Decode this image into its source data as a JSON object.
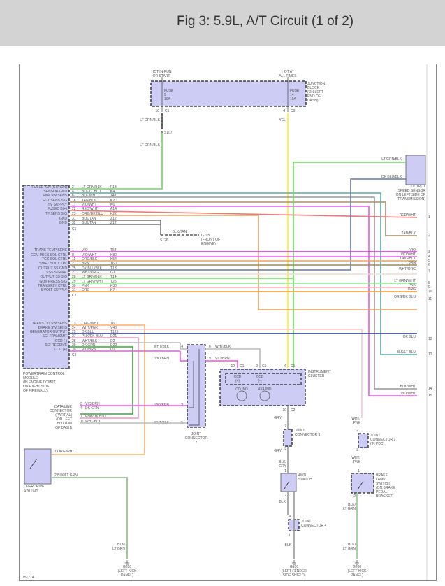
{
  "header": {
    "title": "Fig 3: 5.9L, A/T Circuit (1 of 2)"
  },
  "figure_id": "151714",
  "junction_block": {
    "label": [
      "JUNCTION",
      "BLOCK",
      "(ON LEFT",
      "END OF",
      "DASH)"
    ],
    "left_supply": [
      "HOT IN RUN",
      "OR START"
    ],
    "right_supply": [
      "HOT AT",
      "ALL TIMES"
    ],
    "fuse_left": [
      "FUSE",
      "9",
      "10A"
    ],
    "fuse_right": [
      "FUSE",
      "14",
      "10A"
    ],
    "pin_left": "10",
    "conn_left": "C1",
    "pin_right": "4",
    "conn_right": "C9"
  },
  "splice_s107": "S107",
  "splice_s126": "S126",
  "ground_g105": [
    "G105",
    "(FRONT OF",
    "ENGINE)"
  ],
  "pcm": {
    "label": [
      "POWERTRAIN CONTROL",
      "MODULE",
      "(IN ENGINE COMPT,",
      "ON RIGHT SIDE",
      "OF FIREWALL)"
    ],
    "c1_label": "C1",
    "c2_label": "C2",
    "c3_label": "C3",
    "pins_c1": [
      {
        "name": "FUSED IGN (ST/RUN)",
        "pin": "2",
        "wire": "LT GRN/BLK",
        "circuit": "F18",
        "color": "#66dd55"
      },
      {
        "name": "SENSOR GND",
        "pin": "4",
        "wire": "BLK/LT BLU",
        "circuit": "K4",
        "color": "#55aaaa"
      },
      {
        "name": "PNP SW SENS",
        "pin": "6",
        "wire": "BLK/WHT",
        "circuit": "T41",
        "color": "#999999"
      },
      {
        "name": "ECT SENS SIG",
        "pin": "16",
        "wire": "TAN/BLK",
        "circuit": "K2",
        "color": "#a8906a"
      },
      {
        "name": "5V SUPPLY",
        "pin": "17",
        "wire": "VIO/WHT",
        "circuit": "K6",
        "color": "#ee55ee"
      },
      {
        "name": "FUSED B(+)",
        "pin": "22",
        "wire": "RED/WHT",
        "circuit": "A14",
        "color": "#ee7777"
      },
      {
        "name": "TP SENS SIG",
        "pin": "23",
        "wire": "ORG/DK BLU",
        "circuit": "K22",
        "color": "#e8a060"
      },
      {
        "name": "GND",
        "pin": "31",
        "wire": "BLK/TAN",
        "circuit": "Z12",
        "color": "#777777"
      },
      {
        "name": "GND",
        "pin": "32",
        "wire": "BLK/TAN",
        "circuit": "Z12",
        "color": "#777777"
      }
    ],
    "pins_c2": [
      {
        "name": "TRANS TEMP SENS",
        "pin": "1",
        "wire": "VIO",
        "circuit": "T54",
        "color": "#dd22dd"
      },
      {
        "name": "GOV PRES SOL CTRL",
        "pin": "8",
        "wire": "VIO/WHT",
        "circuit": "K80",
        "color": "#ee55ee"
      },
      {
        "name": "TCC SOL CTRL",
        "pin": "11",
        "wire": "ORG/BLK",
        "circuit": "K54",
        "color": "#e8a060"
      },
      {
        "name": "SHIFT SOL CTRL",
        "pin": "21",
        "wire": "BRN",
        "circuit": "T60",
        "color": "#a08850"
      },
      {
        "name": "OUTPUT SS GND",
        "pin": "25",
        "wire": "DK BLU/BLK",
        "circuit": "T13",
        "color": "#6677aa"
      },
      {
        "name": "VSS SIGNAL",
        "pin": "27",
        "wire": "WHT/ORG",
        "circuit": "G7",
        "color": "#eeddcc"
      },
      {
        "name": "OUTPUT SS SIG",
        "pin": "28",
        "wire": "LT GRN/BLK",
        "circuit": "T14",
        "color": "#66dd55"
      },
      {
        "name": "GOV PRESS SIG",
        "pin": "29",
        "wire": "LT GRN/WHT",
        "circuit": "T25",
        "color": "#88ee88"
      },
      {
        "name": "TRANS RLY CTRL",
        "pin": "30",
        "wire": "PNK",
        "circuit": "K30",
        "color": "#ffaabb"
      },
      {
        "name": "5 VOLT SUPPLY",
        "pin": "31",
        "wire": "ORG",
        "circuit": "K7",
        "color": "#ee9933"
      }
    ],
    "pins_c3": [
      {
        "name": "TRANS OD SW SENS",
        "pin": "13",
        "wire": "ORG/WHT",
        "circuit": "T6",
        "color": "#f5b070"
      },
      {
        "name": "BRAKE SW SENS",
        "pin": "24",
        "wire": "WHT/PNK",
        "circuit": "V40",
        "color": "#f5c8d0"
      },
      {
        "name": "GENERATOR OUTPUT",
        "pin": "25",
        "wire": "DK BLU",
        "circuit": "T125",
        "color": "#223388"
      },
      {
        "name": "SCI TRANSMIT",
        "pin": "27",
        "wire": "PNK/DK BLU",
        "circuit": "D21",
        "color": "#ee99bb"
      },
      {
        "name": "CCD (-)",
        "pin": "28",
        "wire": "WHT/BLK",
        "circuit": "D2",
        "color": "#bbbbbb"
      },
      {
        "name": "SCI RECEIVE",
        "pin": "29",
        "wire": "DK GRN",
        "circuit": "D20",
        "color": "#33aa33"
      },
      {
        "name": "CCD (+)",
        "pin": "30",
        "wire": "VIO/BRN",
        "circuit": "D1",
        "color": "#ee55ee"
      }
    ]
  },
  "output_speed_sensor": {
    "label": [
      "OUTPUT",
      "SPEED SENSOR",
      "(ON LEFT SIDE OF",
      "TRANSMISSION)"
    ],
    "pin1_wire": "LT GRN/BLK",
    "pin1": "1",
    "pin2_wire": "DK BLU/BLK",
    "pin2": "2"
  },
  "continuation": [
    {
      "wire": "RED/WHT",
      "ref": "1"
    },
    {
      "wire": "TAN/BLK",
      "ref": "2"
    },
    {
      "wire": "VIO",
      "ref": "3"
    },
    {
      "wire": "VIO/WHT",
      "ref": "4"
    },
    {
      "wire": "ORG/BLK",
      "ref": "5"
    },
    {
      "wire": "BRN",
      "ref": "6"
    },
    {
      "wire": "WHT/ORG",
      "ref": "7"
    },
    {
      "wire": "LT GRN/WHT",
      "ref": "8"
    },
    {
      "wire": "PNK",
      "ref": "9"
    },
    {
      "wire": "ORG",
      "ref": "10"
    },
    {
      "wire": "ORG/DK BLU",
      "ref": "11"
    },
    {
      "wire": "DK BLU",
      "ref": "12"
    },
    {
      "wire": "BLK/LT BLU",
      "ref": "13"
    },
    {
      "wire": "BLK/WHT",
      "ref": "14"
    },
    {
      "wire": "VIO/WHT",
      "ref": "15"
    }
  ],
  "joint_connector_7": {
    "label": [
      "JOINT",
      "CONNECTOR",
      "7"
    ],
    "in_top_wire": "WHT/BLK",
    "in_top_pin": "14",
    "in_mid_wire": "VIO/BRN",
    "in_mid_pin": "11",
    "out_top_wire": "WHT/BLK",
    "out_top_pin": "6",
    "out_mid_wire": "VIO/BRN",
    "out_mid_pin": "9",
    "in_low1_wire": "VIO/BRN",
    "in_low1_pin": "2",
    "in_low2_wire": "WHT/BLK",
    "in_low2_pin": "5"
  },
  "instrument_cluster": {
    "label": [
      "INSTRUMENT",
      "CLUSTER"
    ],
    "ccd_plus": [
      "CCD",
      "(+)"
    ],
    "ccd_minus": [
      "CCD",
      "(-)"
    ],
    "od_ind": "OD IND",
    "fourx4_ind": "4X4 IND",
    "yel_wire": "YEL",
    "pin10": "10",
    "pin9": "9",
    "pin6": "6",
    "c1": "C1",
    "pin_c2": "10",
    "c2": "C2"
  },
  "data_link_connector": {
    "label": [
      "DATA LINK",
      "CONNECTOR",
      "(PARTIAL)",
      "(ON LEFT",
      "BOTTOM",
      "OF DASH)"
    ],
    "pins": [
      {
        "pin": "3",
        "wire": "VIO/BRN"
      },
      {
        "pin": "4",
        "wire": "DK GRN"
      },
      {
        "pin": "7",
        "wire": "PNK/DK BLU"
      },
      {
        "pin": "11",
        "wire": "WHT/BLK"
      }
    ]
  },
  "overdrive_switch": {
    "label": [
      "OVERDRIVE",
      "SWITCH"
    ],
    "pin1": "1",
    "wire1": "ORG/WHT",
    "pin2": "2",
    "wire2": "BLK/LT GRN",
    "ground_wire": [
      "BLK/",
      "LT GRN"
    ]
  },
  "joint_connector_3": {
    "label": [
      "JOINT",
      "CONNECTOR 3"
    ],
    "pin_top": "7",
    "pin_bot": "3",
    "wire_top": "GRY",
    "wire_bot": "GRY"
  },
  "fourwd_switch": {
    "label": [
      "4WD",
      "SWITCH"
    ],
    "pin1": "1",
    "pin2": "2",
    "wire_in": [
      "BLK/",
      "GRY"
    ],
    "wire_out": "BLK"
  },
  "joint_connector_4": {
    "label": [
      "JOINT",
      "CONNECTOR 4"
    ],
    "pin_top": "4",
    "pin_bot": "1",
    "wire_bot": "BLK"
  },
  "joint_connector_1": {
    "label": [
      "JOINT",
      "CONNECTOR 1",
      "(IN PDC)"
    ],
    "pin_top": "2",
    "pin_bot": "3",
    "wire_top": [
      "WHT/",
      "PNK"
    ],
    "wire_bot": [
      "WHT/",
      "PNK"
    ]
  },
  "brake_lamp_switch": {
    "label": [
      "BRAKE",
      "LAMP",
      "SWITCH",
      "(ON BRAKE",
      "PEDAL",
      "BRACKET)"
    ],
    "pin1": "1",
    "pin2": "2",
    "wire_out": [
      "BLK/",
      "LT GRN"
    ]
  },
  "grounds": [
    {
      "id": "G200",
      "loc": [
        "(LEFT KICK",
        "PANEL)"
      ],
      "wire": [
        "BLK/",
        "LT GRN"
      ]
    },
    {
      "id": "G100",
      "loc": [
        "(LEFT FENDER",
        "SIDE SHIELD)"
      ],
      "wire": "BLK"
    },
    {
      "id": "G200",
      "loc": [
        "(LEFT KICK",
        "PANEL)"
      ],
      "wire": [
        "BLK/",
        "LT GRN"
      ]
    }
  ]
}
